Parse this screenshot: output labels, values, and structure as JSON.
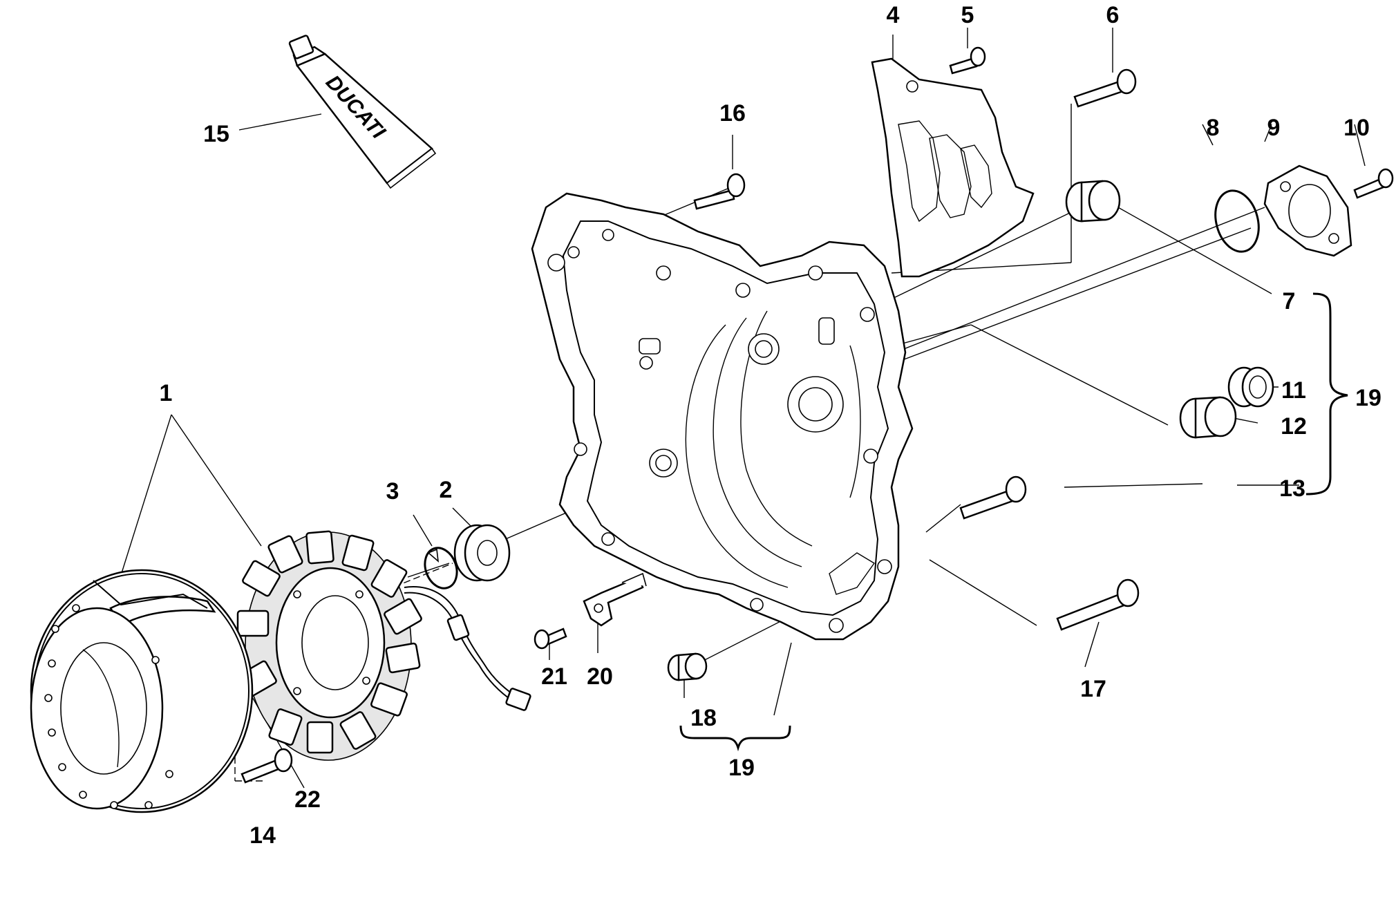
{
  "diagram": {
    "colors": {
      "ink": "#000000",
      "paper": "#ffffff"
    },
    "logo_text": "DUCATI",
    "callouts": [
      {
        "id": "1",
        "label": "1"
      },
      {
        "id": "2",
        "label": "2"
      },
      {
        "id": "3",
        "label": "3"
      },
      {
        "id": "4",
        "label": "4"
      },
      {
        "id": "5",
        "label": "5"
      },
      {
        "id": "6",
        "label": "6"
      },
      {
        "id": "7",
        "label": "7"
      },
      {
        "id": "8",
        "label": "8"
      },
      {
        "id": "9",
        "label": "9"
      },
      {
        "id": "10",
        "label": "10"
      },
      {
        "id": "11",
        "label": "11"
      },
      {
        "id": "12",
        "label": "12"
      },
      {
        "id": "13",
        "label": "13"
      },
      {
        "id": "14",
        "label": "14"
      },
      {
        "id": "15",
        "label": "15"
      },
      {
        "id": "16",
        "label": "16"
      },
      {
        "id": "17",
        "label": "17"
      },
      {
        "id": "18",
        "label": "18"
      },
      {
        "id": "19a",
        "label": "19"
      },
      {
        "id": "19b",
        "label": "19"
      },
      {
        "id": "20",
        "label": "20"
      },
      {
        "id": "21",
        "label": "21"
      },
      {
        "id": "22",
        "label": "22"
      }
    ]
  }
}
